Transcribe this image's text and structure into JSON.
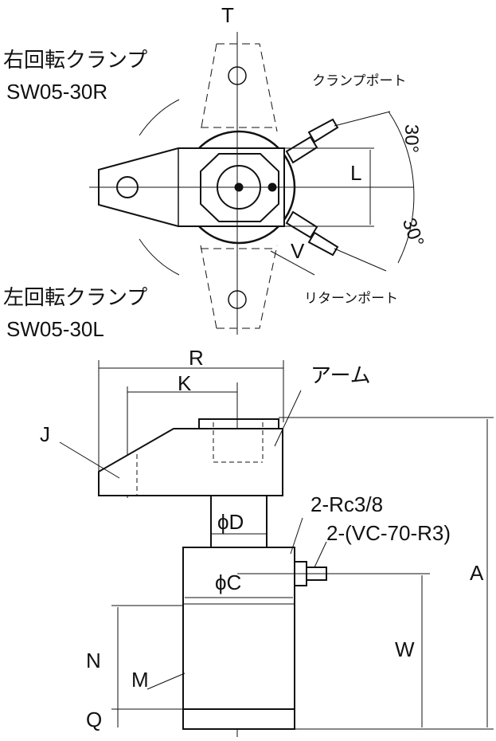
{
  "top_view": {
    "label_t": "T",
    "right_clamp_title": "右回転クランプ",
    "right_clamp_model": "SW05-30R",
    "left_clamp_title": "左回転クランプ",
    "left_clamp_model": "SW05-30L",
    "clamp_port": "クランプポート",
    "return_port": "リターンポート",
    "angle_upper": "30°",
    "angle_lower": "30°",
    "label_l": "L",
    "label_v": "V"
  },
  "side_view": {
    "label_r": "R",
    "label_k": "K",
    "arm": "アーム",
    "label_j": "J",
    "port_thread": "2-Rc3/8",
    "fitting": "2-(VC-70-R3)",
    "label_d": "ϕD",
    "label_c": "ϕC",
    "label_a": "A",
    "label_n": "N",
    "label_w": "W",
    "label_m": "M",
    "label_q": "Q"
  }
}
